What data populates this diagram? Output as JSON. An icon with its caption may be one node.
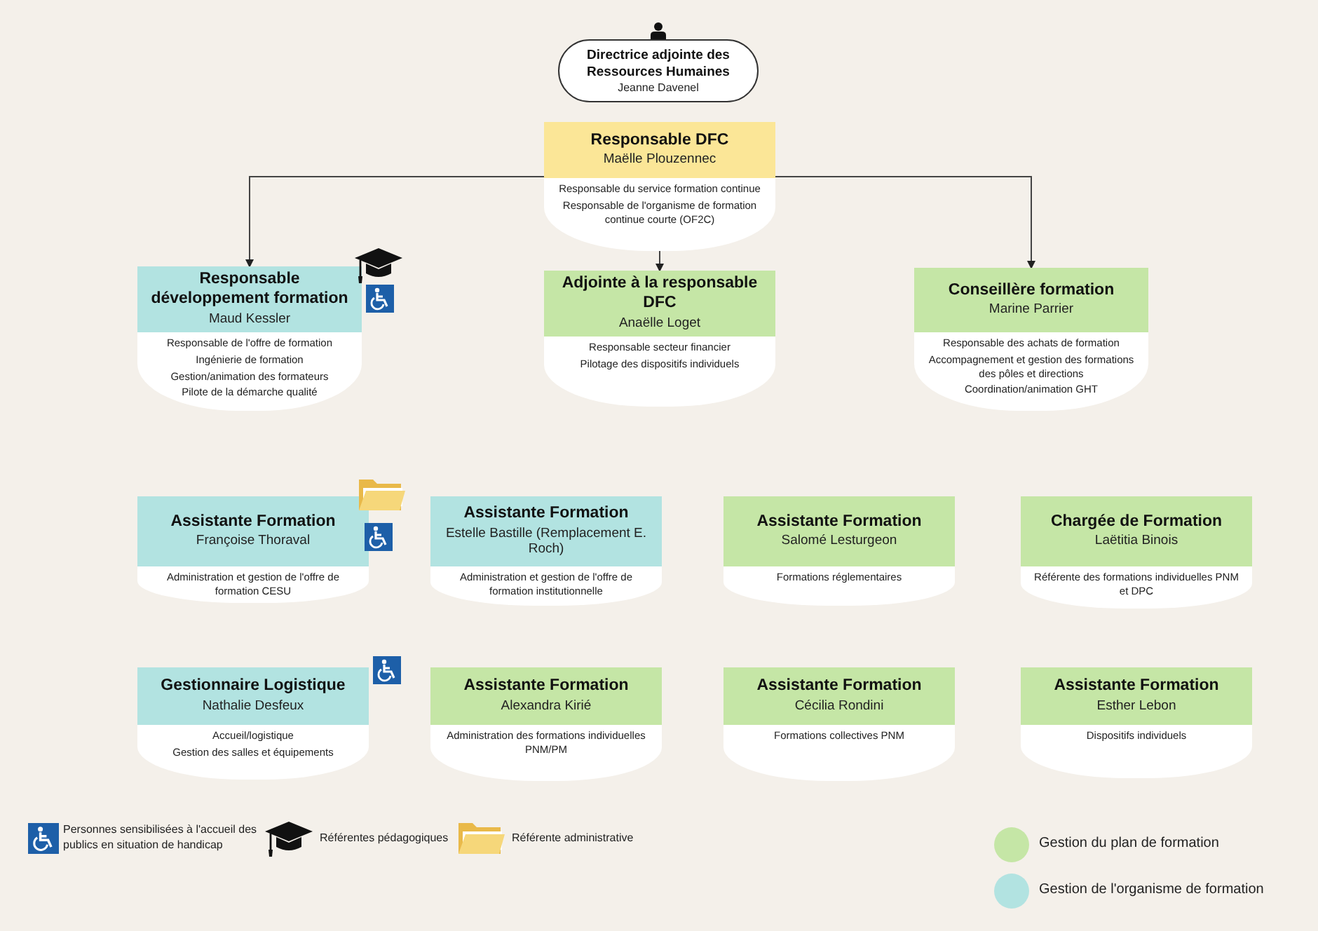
{
  "diagram": {
    "nodes": [
      {
        "text": [
          "Directrice adjointe des Ressources Humaines",
          "Jeanne Davenel"
        ]
      },
      {
        "text": [
          "Responsable DFC",
          "Maëlle Plouzennec",
          "Responsable du service formation continue",
          "Responsable de l'organisme de formation continue courte (OF2C)"
        ]
      },
      {
        "text": [
          "Responsable développement formation",
          "Maud Kessler",
          "Responsable de l'offre de formation",
          "Ingénierie de formation",
          "Gestion/animation des formateurs",
          "Pilote de la démarche qualité"
        ]
      },
      {
        "text": [
          "Adjointe à la responsable DFC",
          "Anaëlle Loget",
          "Responsable secteur financier",
          "Pilotage des dispositifs individuels"
        ]
      },
      {
        "text": [
          "Conseillère formation",
          "Marine Parrier",
          "Responsable des achats de formation",
          "Accompagnement et gestion des formations des pôles et directions",
          "Coordination/animation GHT"
        ]
      },
      {
        "text": [
          "Assistante Formation",
          "Françoise Thoraval",
          "Administration et gestion de l'offre de formation CESU"
        ]
      },
      {
        "text": [
          "Assistante Formation",
          "Estelle Bastille (Remplacement E. Roch)",
          "Administration et gestion de l'offre de formation institutionnelle"
        ]
      },
      {
        "text": [
          "Assistante Formation",
          "Salomé Lesturgeon",
          "Formations réglementaires"
        ]
      },
      {
        "text": [
          "Chargée de Formation",
          "Laëtitia Binois",
          "Référente des formations individuelles PNM et DPC"
        ]
      },
      {
        "text": [
          "Gestionnaire Logistique",
          "Nathalie Desfeux",
          "Accueil/logistique",
          "Gestion des salles et équipements"
        ]
      },
      {
        "text": [
          "Assistante Formation",
          "Alexandra Kirié",
          "Administration des formations individuelles PNM/PM"
        ]
      },
      {
        "text": [
          "Assistante Formation",
          "Cécilia Rondini",
          "Formations collectives PNM"
        ]
      },
      {
        "text": [
          "Assistante Formation",
          "Esther Lebon",
          "Dispositifs individuels"
        ]
      }
    ],
    "edges": [
      {
        "from": 1,
        "to": 2,
        "arrow": "to"
      },
      {
        "from": 1,
        "to": 3,
        "arrow": "to"
      },
      {
        "from": 1,
        "to": 4,
        "arrow": "to"
      }
    ],
    "legend": [
      {
        "text": "Personnes sensibilisées à l'accueil des publics en situation de handicap"
      },
      {
        "text": "Référentes pédagogiques"
      },
      {
        "text": "Référente administrative"
      },
      {
        "text": "Gestion du plan de formation",
        "color": "#c5e6a6"
      },
      {
        "text": "Gestion de l'organisme de formation",
        "color": "#b2e3e1"
      }
    ]
  }
}
